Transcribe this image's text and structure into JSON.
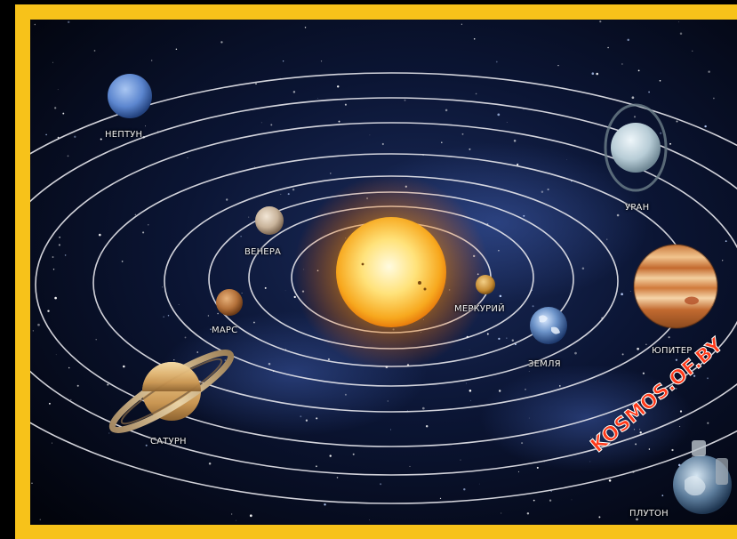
{
  "colors": {
    "frame": "#f7c21a",
    "space": "#030616",
    "orbit": "#e8e8ee",
    "sun_core": "#fff3b0",
    "sun_edge": "#f59a12"
  },
  "labels": {
    "neptune": "НЕПТУН",
    "uranus": "УРАН",
    "venus": "ВЕНЕРА",
    "mercury": "МЕРКУРИЙ",
    "mars": "МАРС",
    "earth": "ЗЕМЛЯ",
    "jupiter": "ЮПИТЕР",
    "saturn": "САТУРН",
    "pluto": "ПЛУТОН"
  },
  "watermark": "KOSMOS.OF.BY"
}
